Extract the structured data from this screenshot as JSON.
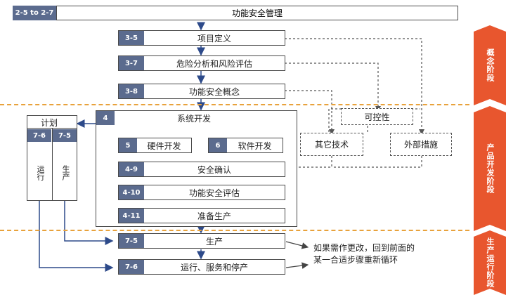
{
  "header": {
    "range_tag": "2-5 to 2-7",
    "title": "功能安全管理"
  },
  "steps": [
    {
      "num": "3-5",
      "label": "项目定义"
    },
    {
      "num": "3-7",
      "label": "危险分析和风险评估"
    },
    {
      "num": "3-8",
      "label": "功能安全概念"
    },
    {
      "num": "4-9",
      "label": "安全确认"
    },
    {
      "num": "4-10",
      "label": "功能安全评估"
    },
    {
      "num": "4-11",
      "label": "准备生产"
    },
    {
      "num": "7-5",
      "label": "生产"
    },
    {
      "num": "7-6",
      "label": "运行、服务和停产"
    }
  ],
  "system_dev": {
    "num": "4",
    "label": "系统开发"
  },
  "hw_dev": {
    "num": "5",
    "label": "硬件开发"
  },
  "sw_dev": {
    "num": "6",
    "label": "软件开发"
  },
  "plan": {
    "title": "计划",
    "col1_num": "7-6",
    "col2_num": "7-5",
    "col1_label": "运行",
    "col2_label": "生产"
  },
  "dashed_boxes": {
    "controllability": "可控性",
    "other_tech": "其它技术",
    "external": "外部措施"
  },
  "note": {
    "line1": "如果需作更改，回到前面的",
    "line2": "某一合适步骤重新循环"
  },
  "phases": {
    "concept": "概念阶段",
    "product_dev": "产品开发阶段",
    "after_sop": "生产运行阶段"
  },
  "colors": {
    "tag": "#5b6b8e",
    "phase": "#e8562e",
    "separator": "#e8a23c"
  }
}
